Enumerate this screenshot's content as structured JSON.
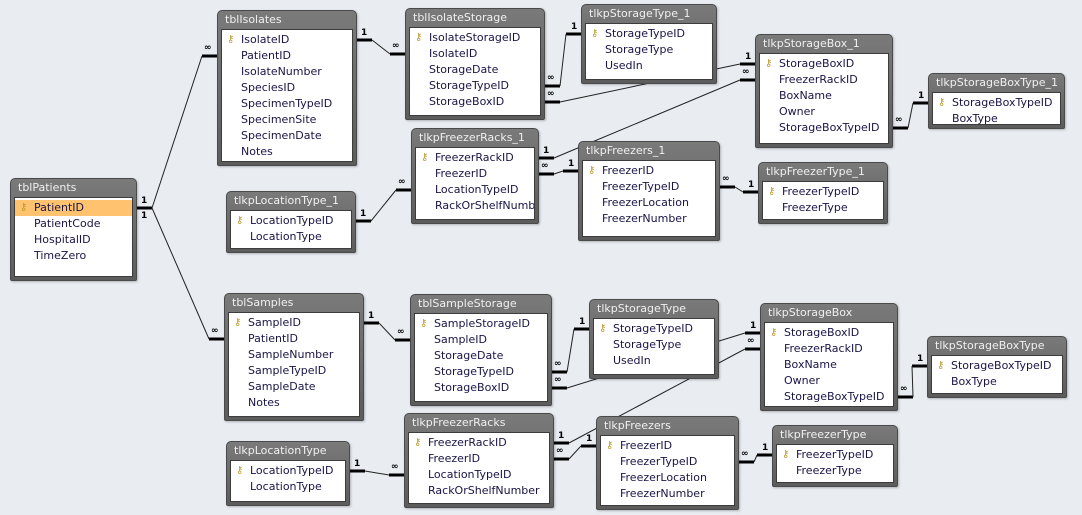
{
  "tables": [
    {
      "name": "tblPatients",
      "fields": [
        "PatientID",
        "PatientCode",
        "HospitalID",
        "TimeZero"
      ],
      "key": 0,
      "selected": 0
    },
    {
      "name": "tblIsolates",
      "fields": [
        "IsolateID",
        "PatientID",
        "IsolateNumber",
        "SpeciesID",
        "SpecimenTypeID",
        "SpecimenSite",
        "SpecimenDate",
        "Notes"
      ],
      "key": 0
    },
    {
      "name": "tblIsolateStorage",
      "fields": [
        "IsolateStorageID",
        "IsolateID",
        "StorageDate",
        "StorageTypeID",
        "StorageBoxID"
      ],
      "key": 0
    },
    {
      "name": "tlkpStorageType_1",
      "fields": [
        "StorageTypeID",
        "StorageType",
        "UsedIn"
      ],
      "key": 0
    },
    {
      "name": "tlkpStorageBox_1",
      "fields": [
        "StorageBoxID",
        "FreezerRackID",
        "BoxName",
        "Owner",
        "StorageBoxTypeID"
      ],
      "key": 0
    },
    {
      "name": "tlkpStorageBoxType_1",
      "fields": [
        "StorageBoxTypeID",
        "BoxType"
      ],
      "key": 0
    },
    {
      "name": "tlkpLocationType_1",
      "fields": [
        "LocationTypeID",
        "LocationType"
      ],
      "key": 0
    },
    {
      "name": "tlkpFreezerRacks_1",
      "fields": [
        "FreezerRackID",
        "FreezerID",
        "LocationTypeID",
        "RackOrShelfNumber"
      ],
      "key": 0
    },
    {
      "name": "tlkpFreezers_1",
      "fields": [
        "FreezerID",
        "FreezerTypeID",
        "FreezerLocation",
        "FreezerNumber"
      ],
      "key": 0
    },
    {
      "name": "tlkpFreezerType_1",
      "fields": [
        "FreezerTypeID",
        "FreezerType"
      ],
      "key": 0
    },
    {
      "name": "tblSamples",
      "fields": [
        "SampleID",
        "PatientID",
        "SampleNumber",
        "SampleTypeID",
        "SampleDate",
        "Notes"
      ],
      "key": 0
    },
    {
      "name": "tblSampleStorage",
      "fields": [
        "SampleStorageID",
        "SampleID",
        "StorageDate",
        "StorageTypeID",
        "StorageBoxID"
      ],
      "key": 0
    },
    {
      "name": "tlkpStorageType",
      "fields": [
        "StorageTypeID",
        "StorageType",
        "UsedIn"
      ],
      "key": 0
    },
    {
      "name": "tlkpStorageBox",
      "fields": [
        "StorageBoxID",
        "FreezerRackID",
        "BoxName",
        "Owner",
        "StorageBoxTypeID"
      ],
      "key": 0
    },
    {
      "name": "tlkpStorageBoxType",
      "fields": [
        "StorageBoxTypeID",
        "BoxType"
      ],
      "key": 0
    },
    {
      "name": "tlkpLocationType",
      "fields": [
        "LocationTypeID",
        "LocationType"
      ],
      "key": 0
    },
    {
      "name": "tlkpFreezerRacks",
      "fields": [
        "FreezerRackID",
        "FreezerID",
        "LocationTypeID",
        "RackOrShelfNumber"
      ],
      "key": 0
    },
    {
      "name": "tlkpFreezers",
      "fields": [
        "FreezerID",
        "FreezerTypeID",
        "FreezerLocation",
        "FreezerNumber"
      ],
      "key": 0
    },
    {
      "name": "tlkpFreezerType",
      "fields": [
        "FreezerTypeID",
        "FreezerType"
      ],
      "key": 0
    }
  ],
  "relationships": [
    {
      "one": [
        0,
        0
      ],
      "many": [
        1,
        1
      ],
      "one_label": "1",
      "many_label": "∞"
    },
    {
      "one": [
        0,
        0
      ],
      "many": [
        10,
        1
      ],
      "one_label": "1",
      "many_label": "∞"
    },
    {
      "one": [
        1,
        0
      ],
      "many": [
        2,
        1
      ],
      "one_label": "1",
      "many_label": "∞"
    },
    {
      "one": [
        3,
        0
      ],
      "many": [
        2,
        3
      ],
      "one_label": "1",
      "many_label": "∞"
    },
    {
      "one": [
        4,
        0
      ],
      "many": [
        2,
        4
      ],
      "one_label": "1",
      "many_label": "∞"
    },
    {
      "one": [
        5,
        0
      ],
      "many": [
        4,
        4
      ],
      "one_label": "1",
      "many_label": "∞"
    },
    {
      "one": [
        7,
        0
      ],
      "many": [
        4,
        1
      ],
      "one_label": "1",
      "many_label": "∞"
    },
    {
      "one": [
        8,
        0
      ],
      "many": [
        7,
        1
      ],
      "one_label": "1",
      "many_label": "∞"
    },
    {
      "one": [
        6,
        0
      ],
      "many": [
        7,
        2
      ],
      "one_label": "1",
      "many_label": "∞"
    },
    {
      "one": [
        9,
        0
      ],
      "many": [
        8,
        1
      ],
      "one_label": "1",
      "many_label": "∞"
    },
    {
      "one": [
        10,
        0
      ],
      "many": [
        11,
        1
      ],
      "one_label": "1",
      "many_label": "∞"
    },
    {
      "one": [
        12,
        0
      ],
      "many": [
        11,
        3
      ],
      "one_label": "1",
      "many_label": "∞"
    },
    {
      "one": [
        13,
        0
      ],
      "many": [
        11,
        4
      ],
      "one_label": "1",
      "many_label": "∞"
    },
    {
      "one": [
        14,
        0
      ],
      "many": [
        13,
        4
      ],
      "one_label": "1",
      "many_label": "∞"
    },
    {
      "one": [
        16,
        0
      ],
      "many": [
        13,
        1
      ],
      "one_label": "1",
      "many_label": "∞"
    },
    {
      "one": [
        17,
        0
      ],
      "many": [
        16,
        1
      ],
      "one_label": "1",
      "many_label": "∞"
    },
    {
      "one": [
        15,
        0
      ],
      "many": [
        16,
        2
      ],
      "one_label": "1",
      "many_label": "∞"
    },
    {
      "one": [
        18,
        0
      ],
      "many": [
        17,
        1
      ],
      "one_label": "1",
      "many_label": "∞"
    }
  ],
  "colors": {
    "background": "#e9edf2",
    "title_bar": "#6a6a6a",
    "selected_row": "#ffc370",
    "field_text": "#1a1446"
  },
  "icons": {
    "primary_key": "key-icon"
  }
}
